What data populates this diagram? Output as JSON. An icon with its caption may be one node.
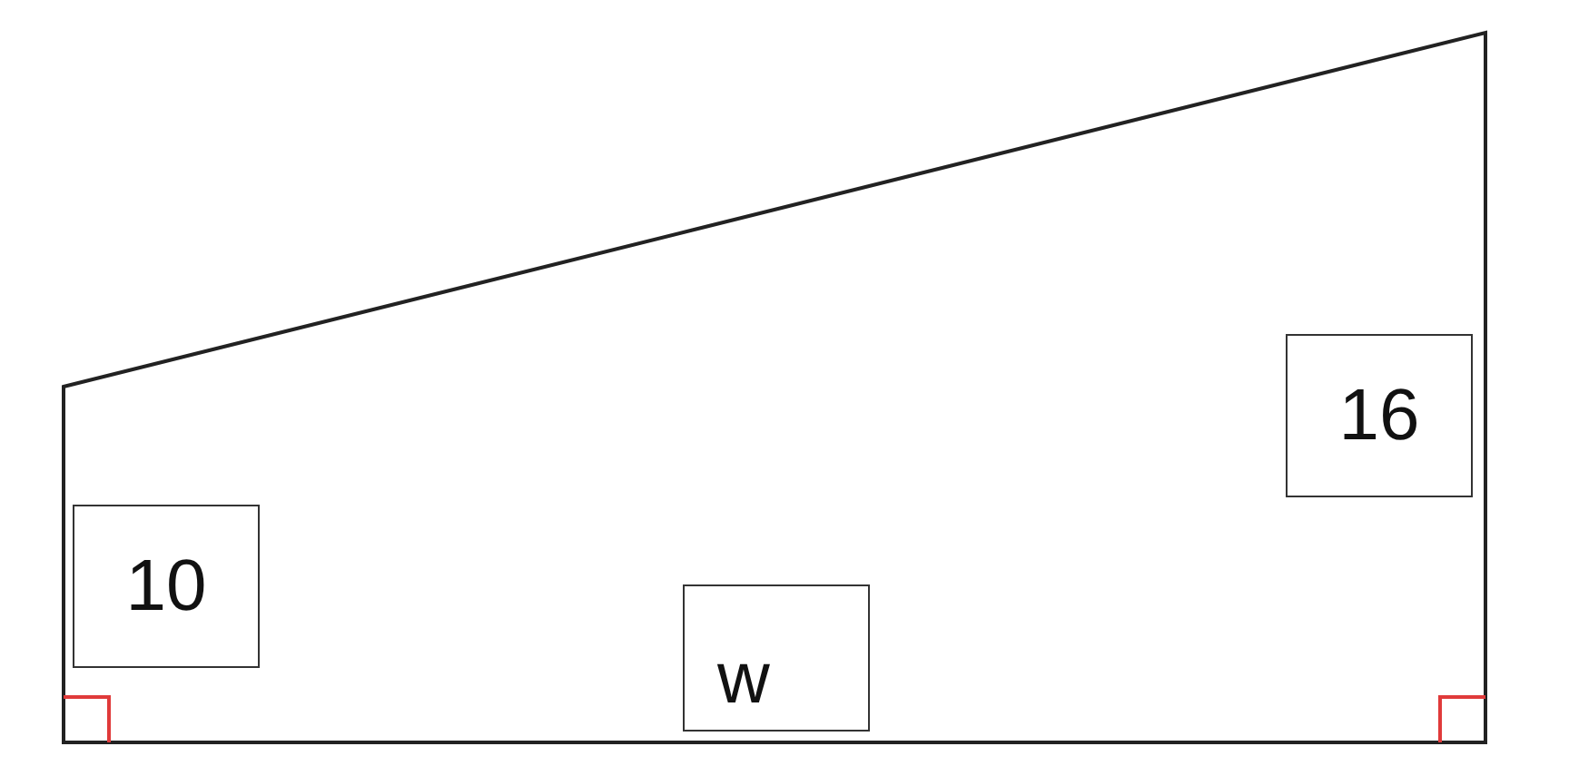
{
  "diagram": {
    "nodes": [
      {
        "text": [
          "10"
        ]
      },
      {
        "text": [
          "w"
        ]
      },
      {
        "text": [
          "16"
        ]
      }
    ]
  }
}
